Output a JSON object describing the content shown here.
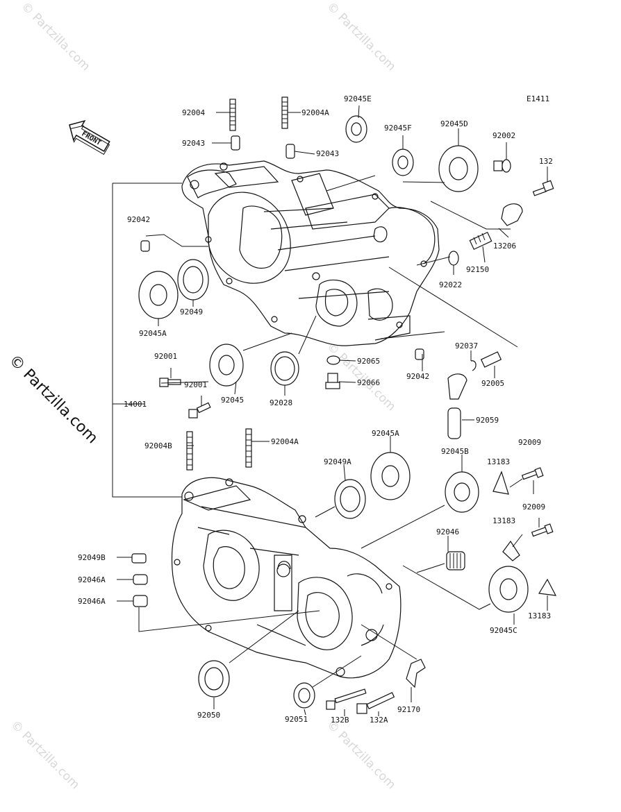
{
  "diagram": {
    "code": "E1411",
    "front_label": "FRONT",
    "watermark": "© Partzilla.com",
    "side_watermark": "© Partzilla.com",
    "parts": {
      "p92004": "92004",
      "p92004A_top": "92004A",
      "p92045E": "92045E",
      "p92043_left": "92043",
      "p92043_right": "92043",
      "p92045F": "92045F",
      "p92045D": "92045D",
      "p92002": "92002",
      "p132": "132",
      "p92042_top": "92042",
      "p13206": "13206",
      "p92150": "92150",
      "p92022": "92022",
      "p92049": "92049",
      "p92045A_top": "92045A",
      "p92001_a": "92001",
      "p92001_b": "92001",
      "p92045": "92045",
      "p92028": "92028",
      "p92065": "92065",
      "p92066": "92066",
      "p92042_mid": "92042",
      "p92037": "92037",
      "p92005": "92005",
      "p14001": "14001",
      "p92059": "92059",
      "p92004B": "92004B",
      "p92004A_bottom": "92004A",
      "p92045A_bottom": "92045A",
      "p92049A": "92049A",
      "p92045B": "92045B",
      "p92009_a": "92009",
      "p13183_a": "13183",
      "p92009_b": "92009",
      "p13183_b": "13183",
      "p92046": "92046",
      "p92049B": "92049B",
      "p92046A_a": "92046A",
      "p92046A_b": "92046A",
      "p92045C": "92045C",
      "p13183_c": "13183",
      "p92050": "92050",
      "p92051": "92051",
      "p132B": "132B",
      "p132A": "132A",
      "p92170": "92170"
    }
  }
}
